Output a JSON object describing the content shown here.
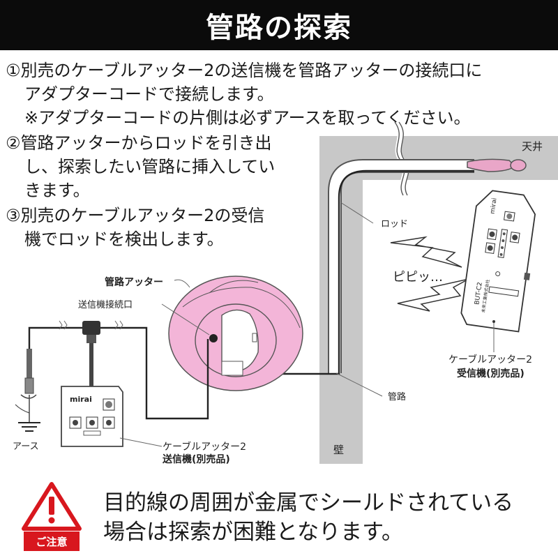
{
  "header": {
    "title": "管路の探索"
  },
  "steps": {
    "s1_l1": "①別売のケーブルアッター2の送信機を管路アッターの接続口に",
    "s1_l2": "アダプターコードで接続します。",
    "s1_l3": "※アダプターコードの片側は必ずアースを取ってください。",
    "s2_l1": "②管路アッターからロッドを引き出",
    "s2_l2": "し、探索したい管路に挿入してい",
    "s2_l3": "きます。",
    "s3_l1": "③別売のケーブルアッター2の受信",
    "s3_l2": "機でロッドを検出します。"
  },
  "diagram": {
    "ceiling": "天井",
    "rod": "ロッド",
    "beep": "ピピッ…",
    "receiver_name": "ケーブルアッター2",
    "receiver_sub": "受信機(別売品)",
    "receiver_brand": "mirai",
    "receiver_model": "BUT-C2",
    "receiver_maker": "未来工業株式会社",
    "pipe": "管路",
    "wall": "壁",
    "cable_atter": "管路アッター",
    "tx_port": "送信機接続口",
    "transmitter_name": "ケーブルアッター2",
    "transmitter_sub": "送信機(別売品)",
    "transmitter_brand": "mirai",
    "earth": "アース"
  },
  "caution": {
    "line1": "目的線の周囲が金属でシールドされている",
    "line2": "場合は探索が困難となります。",
    "label": "ご注意"
  },
  "colors": {
    "header_bg": "#0b0b0b",
    "wall_gray": "#c8c8c8",
    "reel_pink": "#f3b5d8",
    "rod_pink": "#e9a6c8",
    "caution_red": "#d8171e"
  }
}
